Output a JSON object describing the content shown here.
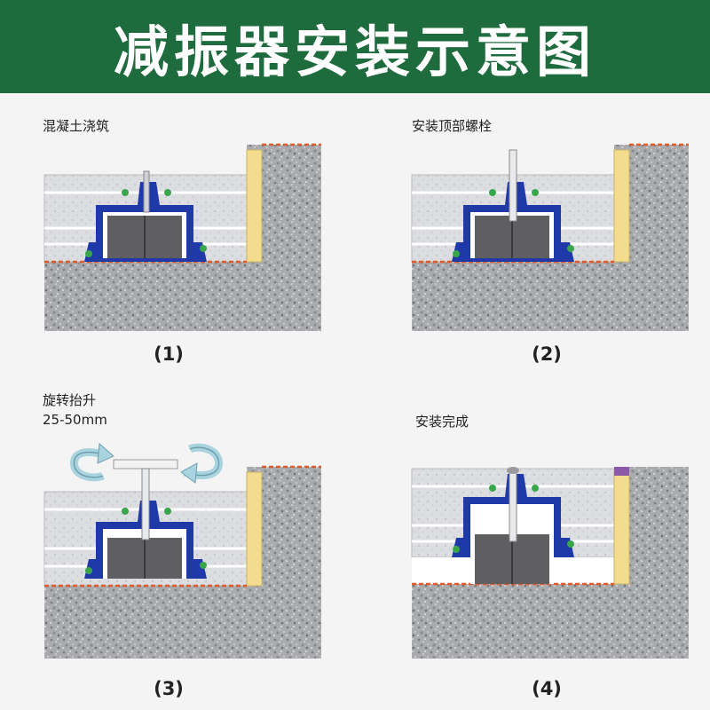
{
  "header": {
    "title": "减振器安装示意图"
  },
  "steps": [
    {
      "label": "混凝土浇筑",
      "number": "(1)"
    },
    {
      "label": "安装顶部螺栓",
      "number": "(2)"
    },
    {
      "label": "旋转抬升\n25-50mm",
      "number": "(3)"
    },
    {
      "label": "安装完成",
      "number": "(4)"
    }
  ],
  "colors": {
    "banner": "#1e6b3e",
    "housing": "#1f3aa8",
    "wall": "#f4dc8e",
    "dash": "#e05a2b",
    "concrete": "#a7a9ad",
    "block": "#5f5f62",
    "seal": "#3aa64b"
  },
  "icons": [
    "rotate-arrow-left-icon",
    "rotate-arrow-right-icon",
    "t-handle-icon",
    "bolt-icon"
  ]
}
